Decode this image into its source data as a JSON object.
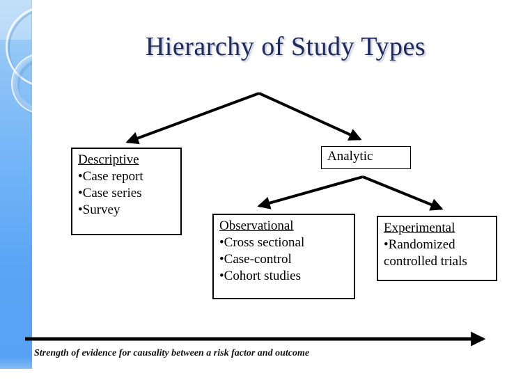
{
  "slide": {
    "title": "Hierarchy of Study Types",
    "title_color": "#1f2b5b",
    "background_color": "#ffffff",
    "sidebar_accent_color": "#5ba5f6"
  },
  "nodes": {
    "descriptive": {
      "heading": "Descriptive",
      "bullets": [
        "•Case report",
        "•Case series",
        "•Survey"
      ]
    },
    "analytic": {
      "heading": "Analytic",
      "bullets": []
    },
    "observational": {
      "heading": "Observational",
      "bullets": [
        "•Cross sectional",
        "•Case-control",
        "•Cohort studies"
      ]
    },
    "experimental": {
      "heading": "Experimental",
      "bullets": [
        "•Randomized controlled trials"
      ]
    }
  },
  "footer": {
    "caption": "Strength of evidence for causality between a risk factor and outcome",
    "arrow_direction": "right",
    "arrow_color": "#000000"
  },
  "icons": {
    "ring_large": "decorative-ring",
    "ring_small": "decorative-ring"
  }
}
